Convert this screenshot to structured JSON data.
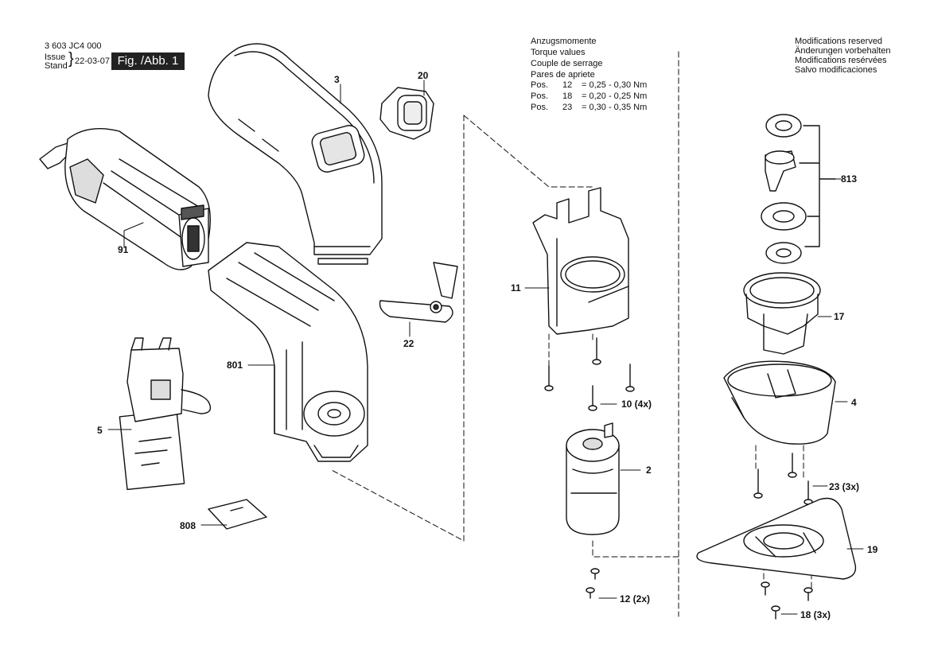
{
  "header": {
    "doc_number": "3 603 JC4 000",
    "issue_label": "Issue",
    "stand_label": "Stand",
    "issue_date": "22-03-07",
    "figure_label": "Fig. /Abb. 1"
  },
  "torque": {
    "titles": [
      "Anzugsmomente",
      "Torque values",
      "Couple de serrage",
      "Pares de apriete"
    ],
    "rows": [
      {
        "pos_label": "Pos.",
        "pos": "12",
        "value": "= 0,25 - 0,30 Nm"
      },
      {
        "pos_label": "Pos.",
        "pos": "18",
        "value": "= 0,20 - 0,25 Nm"
      },
      {
        "pos_label": "Pos.",
        "pos": "23",
        "value": "= 0,30 - 0,35 Nm"
      }
    ]
  },
  "modifications": [
    "Modifications reserved",
    "Änderungen vorbehalten",
    "Modifications resérvées",
    "Salvo modificaciones"
  ],
  "callouts": {
    "p3": "3",
    "p20": "20",
    "p91": "91",
    "p801": "801",
    "p22": "22",
    "p5": "5",
    "p808": "808",
    "p11": "11",
    "p10": "10 (4x)",
    "p2": "2",
    "p12": "12 (2x)",
    "p813": "813",
    "p17": "17",
    "p4": "4",
    "p23": "23 (3x)",
    "p19": "19",
    "p18": "18 (3x)"
  }
}
